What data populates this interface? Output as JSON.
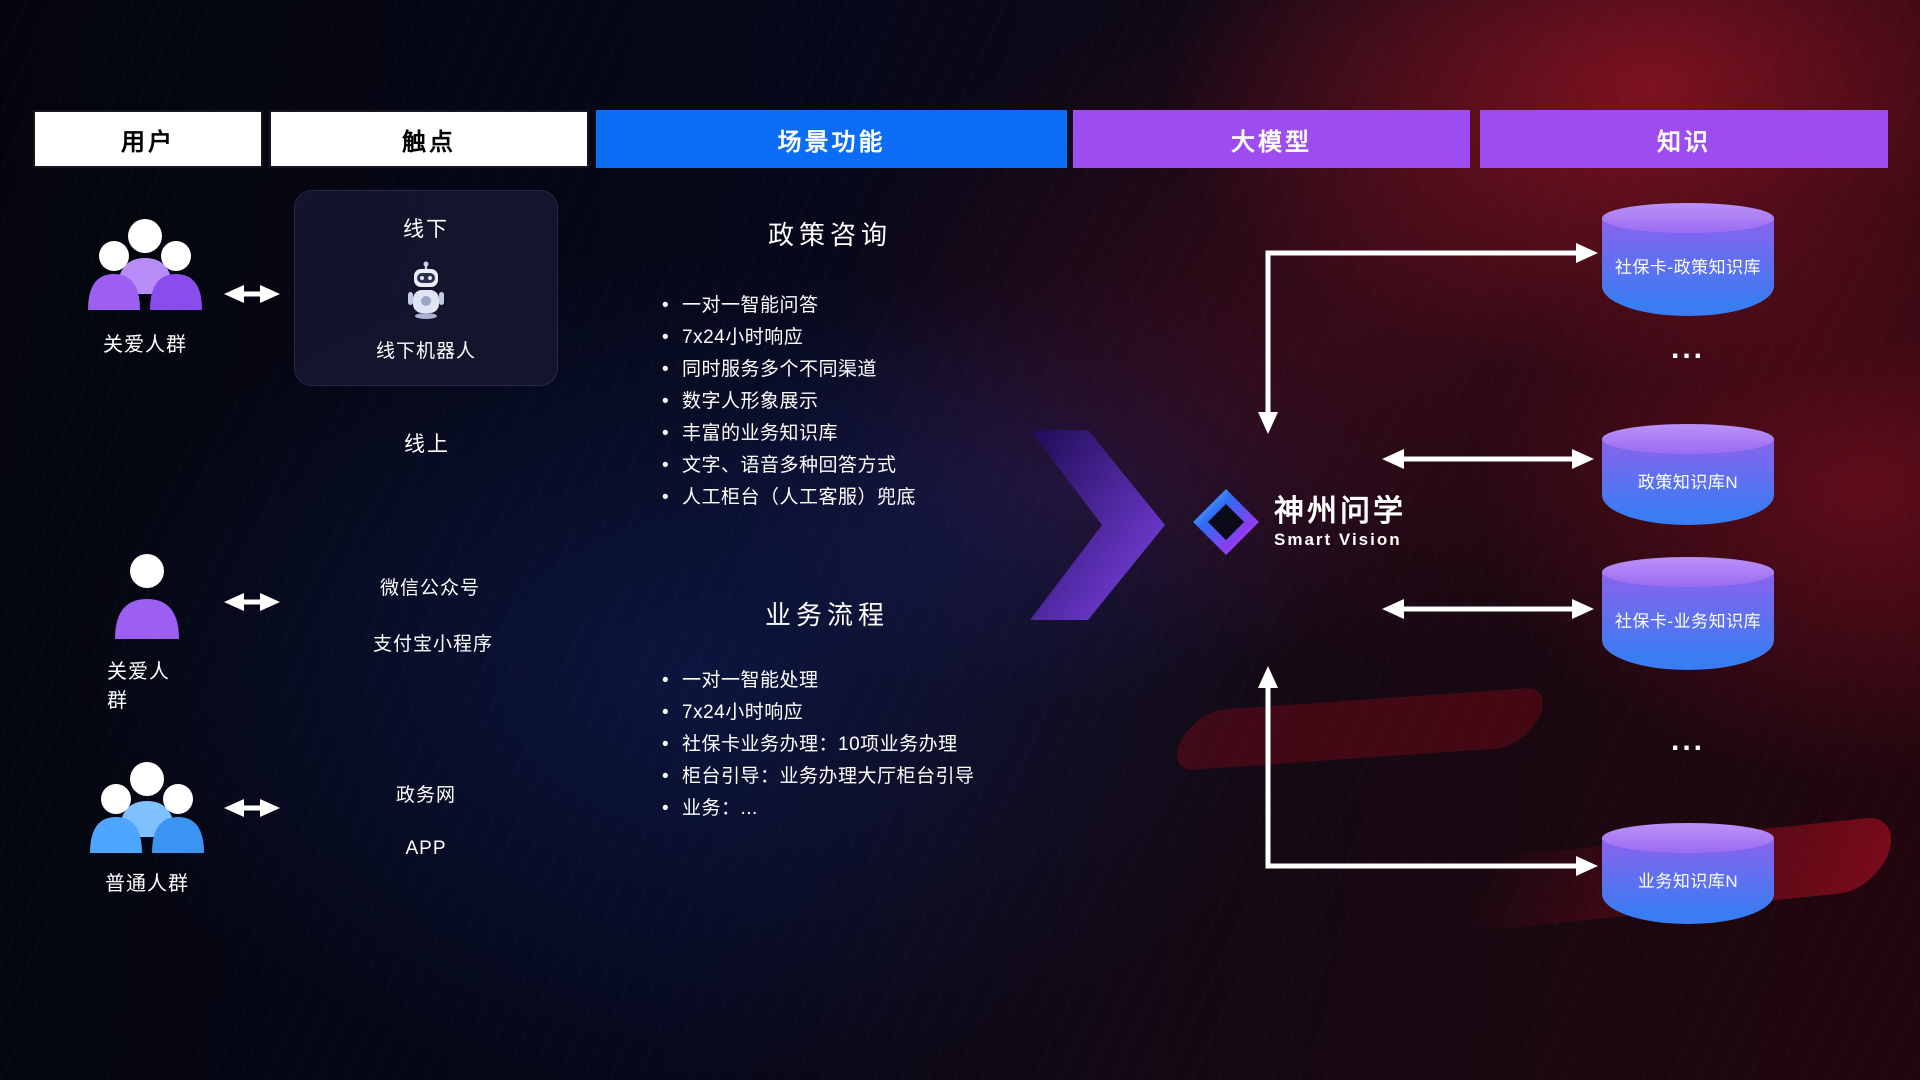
{
  "headers": [
    "用户",
    "触点",
    "场景功能",
    "大模型",
    "知识"
  ],
  "users": {
    "items": [
      {
        "label": "关爱人群"
      },
      {
        "label": "关爱人群"
      },
      {
        "label": "普通人群"
      }
    ]
  },
  "touchpoints": {
    "offline_title": "线下",
    "offline_robot_label": "线下机器人",
    "online_title": "线上",
    "wechat": "微信公众号",
    "alipay": "支付宝小程序",
    "gov": "政务网",
    "app": "APP"
  },
  "scenario": {
    "sections": [
      {
        "title": "政策咨询",
        "items": [
          "一对一智能问答",
          "7x24小时响应",
          "同时服务多个不同渠道",
          "数字人形象展示",
          "丰富的业务知识库",
          "文字、语音多种回答方式",
          "人工柜台（人工客服）兜底"
        ]
      },
      {
        "title": "业务流程",
        "items": [
          "一对一智能处理",
          "7x24小时响应",
          "社保卡业务办理：10项业务办理",
          "柜台引导：业务办理大厅柜台引导",
          "业务：..."
        ]
      }
    ]
  },
  "model": {
    "name": "神州问学",
    "subtitle": "Smart Vision"
  },
  "knowledge": {
    "dbs": [
      "社保卡-政策知识库",
      "政策知识库N",
      "社保卡-业务知识库",
      "业务知识库N"
    ],
    "ellipsis": "..."
  },
  "colors": {
    "header_blue": "#0b6cf6",
    "header_purple": "#9d4cf0",
    "user_purple": "#9d5ff2",
    "user_blue": "#4da6ff",
    "cylinder_top": "#bb92f7",
    "cylinder_body_top": "#8a63ee",
    "cylinder_body_bottom": "#3a7cf2",
    "flow_arrow_purple": "#8647f5"
  }
}
